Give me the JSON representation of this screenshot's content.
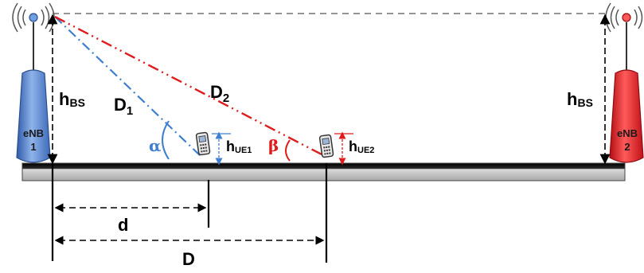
{
  "towers": {
    "left": {
      "line1": "eNB",
      "line2": "1",
      "color": "#4f80c8"
    },
    "right": {
      "line1": "eNB",
      "line2": "2",
      "color": "#e8181e"
    }
  },
  "labels": {
    "h_left": "h",
    "h_left_sub": "BS",
    "h_right": "h",
    "h_right_sub": "BS",
    "d1": "D",
    "d1_sub": "1",
    "d2": "D",
    "d2_sub": "2",
    "alpha": "α",
    "beta": "β",
    "hue1": "h",
    "hue1_sub": "UE1",
    "hue2": "h",
    "hue2_sub": "UE2",
    "d_small": "d",
    "d_big": "D"
  },
  "colors": {
    "blue": "#3f7fd0",
    "red": "#e01b1b",
    "ground": "#3a3a3a",
    "ground_band": "#cfcfcf"
  }
}
